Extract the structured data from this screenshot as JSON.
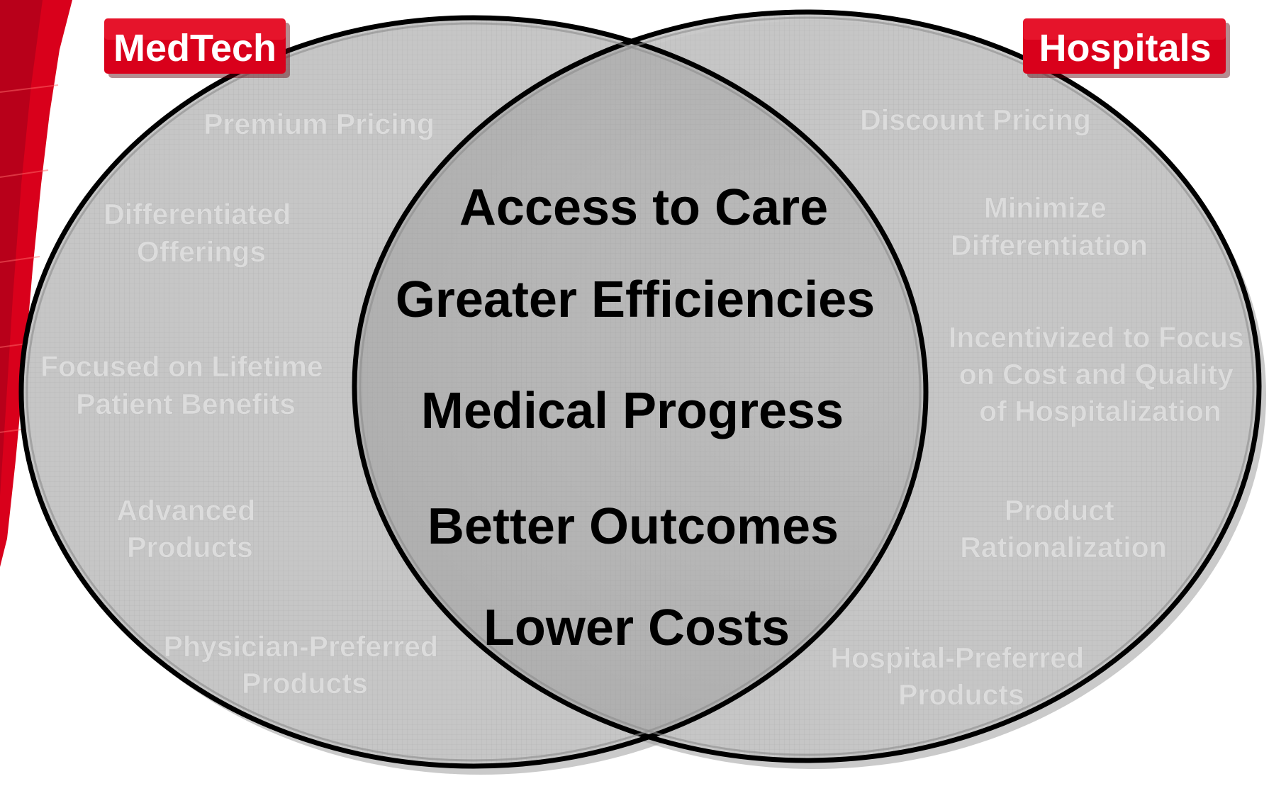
{
  "colors": {
    "accent_red": "#d9001b",
    "circle_fill": "#c6c6c6",
    "overlap_fill": "#b4b4b4",
    "outline": "#000000",
    "faded_text": "#dcdcdc",
    "shared_text": "#000000"
  },
  "left_set": {
    "label": "MedTech",
    "items": [
      {
        "lines": [
          "Premium Pricing"
        ]
      },
      {
        "lines": [
          "Differentiated",
          "Offerings"
        ]
      },
      {
        "lines": [
          "Focused on Lifetime",
          "Patient Benefits"
        ]
      },
      {
        "lines": [
          "Advanced",
          "Products"
        ]
      },
      {
        "lines": [
          "Physician-Preferred",
          "Products"
        ]
      }
    ]
  },
  "right_set": {
    "label": "Hospitals",
    "items": [
      {
        "lines": [
          "Discount Pricing"
        ]
      },
      {
        "lines": [
          "Minimize",
          "Differentiation"
        ]
      },
      {
        "lines": [
          "Incentivized to Focus",
          "on Cost and Quality",
          "of Hospitalization"
        ]
      },
      {
        "lines": [
          "Product",
          "Rationalization"
        ]
      },
      {
        "lines": [
          "Hospital-Preferred",
          "Products"
        ]
      }
    ]
  },
  "intersection": {
    "items": [
      "Access to Care",
      "Greater Efficiencies",
      "Medical Progress",
      "Better Outcomes",
      "Lower Costs"
    ]
  }
}
